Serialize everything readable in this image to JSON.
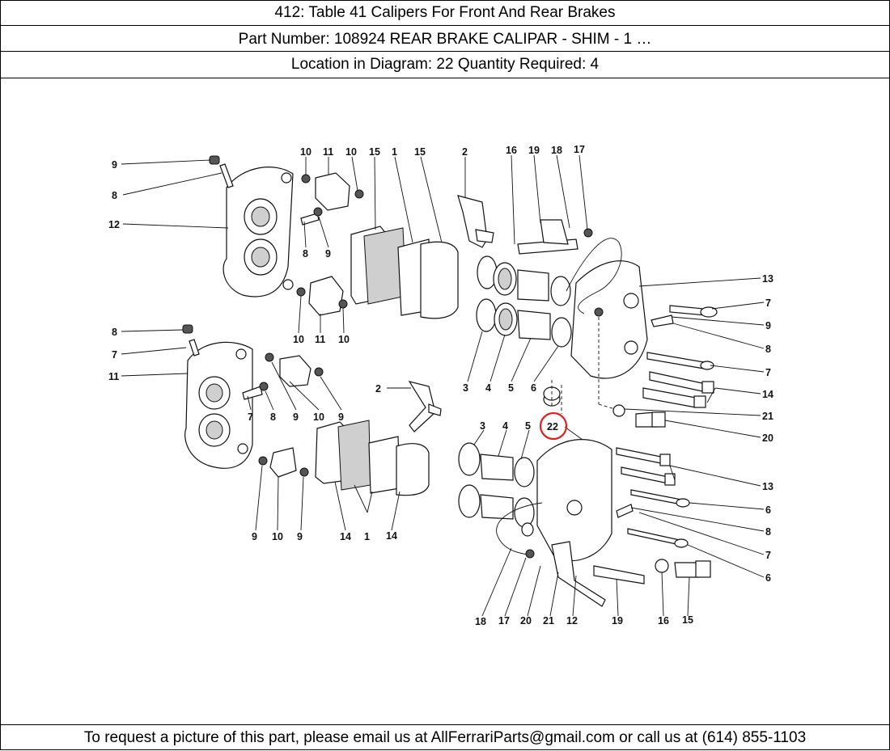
{
  "header": {
    "title_line": "412:   Table 41 Calipers For Front And Rear Brakes",
    "part_line": "Part Number: 108924   REAR BRAKE CALIPAR - SHIM - 1 …",
    "location_line": "Location in Diagram: 22   Quantity Required: 4"
  },
  "diagram": {
    "highlighted_callout": "22",
    "highlight_color": "#e02020",
    "callouts": {
      "c9a": "9",
      "c8a": "8",
      "c12a": "12",
      "c10a": "10",
      "c11a": "11",
      "c10b": "10",
      "c15a": "15",
      "c1a": "1",
      "c15b": "15",
      "c2a": "2",
      "c16a": "16",
      "c19a": "19",
      "c18a": "18",
      "c17a": "17",
      "c8b": "8",
      "c9b": "9",
      "c10c": "10",
      "c11b": "11",
      "c10d": "10",
      "c13a": "13",
      "c7a": "7",
      "c9c": "9",
      "c8c": "8",
      "c7b": "7",
      "c14a": "14",
      "c21a": "21",
      "c20a": "20",
      "c8d": "8",
      "c7c": "7",
      "c11c": "11",
      "c7d": "7",
      "c8e": "8",
      "c9d": "9",
      "c10e": "10",
      "c9e": "9",
      "c2b": "2",
      "c3a": "3",
      "c4a": "4",
      "c5a": "5",
      "c6a": "6",
      "c9f": "9",
      "c10f": "10",
      "c9g": "9",
      "c14b": "14",
      "c1b": "1",
      "c14c": "14",
      "c3b": "3",
      "c4b": "4",
      "c5b": "5",
      "c22": "22",
      "c13b": "13",
      "c6b": "6",
      "c8f": "8",
      "c7e": "7",
      "c6c": "6",
      "c18b": "18",
      "c17b": "17",
      "c20b": "20",
      "c21b": "21",
      "c12b": "12",
      "c19b": "19",
      "c16b": "16",
      "c15c": "15"
    }
  },
  "footer": {
    "text": "To request a picture of this part, please email us at AllFerrariParts@gmail.com or call us at (614) 855-1103"
  }
}
